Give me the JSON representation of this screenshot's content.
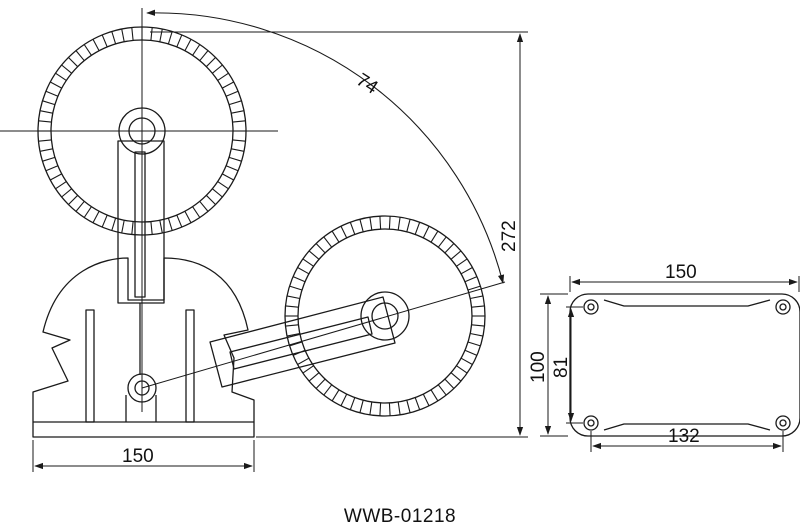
{
  "drawing": {
    "line_color": "#1a1a1a",
    "background": "#ffffff",
    "dimensions": {
      "swing_angle": "74",
      "overall_height": "272",
      "base_width": "150",
      "mount_plate_width": "150",
      "mount_plate_height": "100",
      "hole_spacing_vertical": "81",
      "hole_spacing_horizontal": "132"
    },
    "drawing_code": "WWB-01218"
  }
}
